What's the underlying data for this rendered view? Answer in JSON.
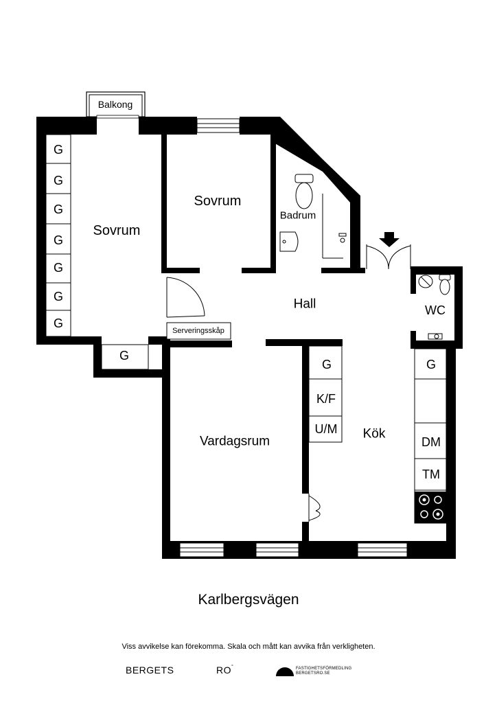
{
  "rooms": {
    "balcony": "Balkong",
    "bedroom_left": "Sovrum",
    "bedroom_middle": "Sovrum",
    "bathroom": "Badrum",
    "hall": "Hall",
    "wc": "WC",
    "serving_cabinet": "Serveringsskåp",
    "living_room": "Vardagsrum",
    "kitchen": "Kök"
  },
  "closets": {
    "wardrobe": "G",
    "fridge_freezer": "K/F",
    "microwave": "U/M",
    "dishwasher": "DM",
    "washer": "TM"
  },
  "street": "Karlbergsvägen",
  "disclaimer": "Viss avvikelse kan förekomma. Skala och mått kan avvika från verkligheten.",
  "branding": {
    "left": "BERGETS",
    "right": "RO",
    "right_mark": "°",
    "agency_line1": "FASTIGHETSFÖRMEDLING",
    "agency_line2": "BERGETSRO.SE"
  }
}
